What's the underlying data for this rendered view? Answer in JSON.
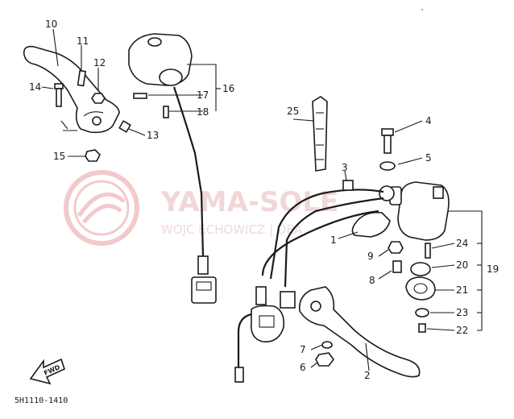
{
  "diagram": {
    "code": "5H1110-1410",
    "direction_label": "FWD",
    "watermark": {
      "brand": "YAMA-SOLE",
      "subline": "WOJC ECHOWICZ | DEA",
      "color": "#e8a0a0"
    },
    "callouts": {
      "c1": "1",
      "c2": "2",
      "c3": "3",
      "c4": "4",
      "c5": "5",
      "c6": "6",
      "c7": "7",
      "c8": "8",
      "c9": "9",
      "c10": "10",
      "c11": "11",
      "c12": "12",
      "c13": "13",
      "c14": "14",
      "c15": "15",
      "c16": "16",
      "c17": "17",
      "c18": "18",
      "c19": "19",
      "c20": "20",
      "c21": "21",
      "c22": "22",
      "c23": "23",
      "c24": "24",
      "c25": "25"
    }
  }
}
